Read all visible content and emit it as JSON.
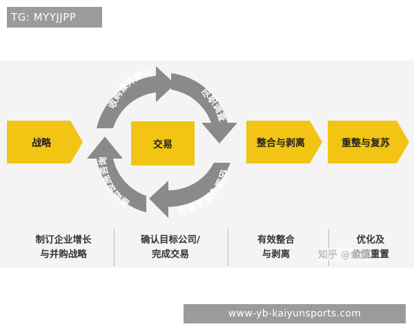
{
  "top_tag": "TG: MYYJJPP",
  "colors": {
    "yellow": "#f2c414",
    "gray": "#8a8a8a",
    "band": "#f4f4f4"
  },
  "stages": {
    "strategy": "战略",
    "trade": "交易",
    "integrate": "整合与剥离",
    "restructure": "重整与复苏"
  },
  "cycle": {
    "top": "收购兼并顾问",
    "right": "尽职调查",
    "bottom": "估值与商业模型",
    "left": "基础设施咨询"
  },
  "bottom": {
    "col1_line1": "制订企业增长",
    "col1_line2": "与并购战略",
    "col2_line1": "确认目标公司/",
    "col2_line2": "完成交易",
    "col3_line1": "有效整合",
    "col3_line2": "与剥离",
    "col4_line1": "优化及",
    "col4_line2": "价值重置"
  },
  "watermark": "知乎 @金旗",
  "footer_url": "www-yb-kaiyunsports.com"
}
